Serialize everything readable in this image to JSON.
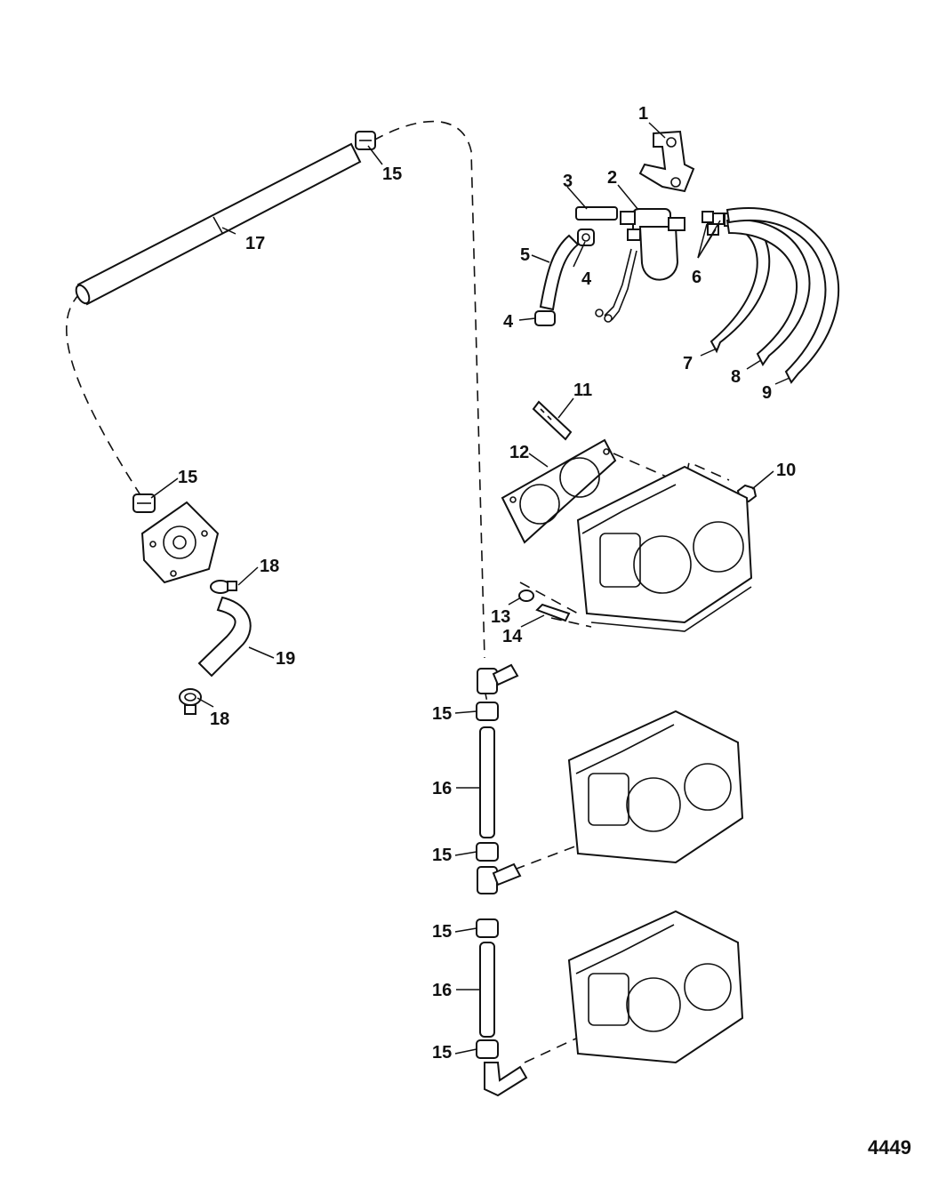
{
  "figure_number": "4449",
  "callouts": [
    "1",
    "2",
    "3",
    "4",
    "4",
    "5",
    "6",
    "7",
    "8",
    "9",
    "10",
    "11",
    "12",
    "13",
    "14",
    "15",
    "15",
    "15",
    "15",
    "15",
    "15",
    "16",
    "16",
    "17",
    "18",
    "18",
    "19"
  ]
}
